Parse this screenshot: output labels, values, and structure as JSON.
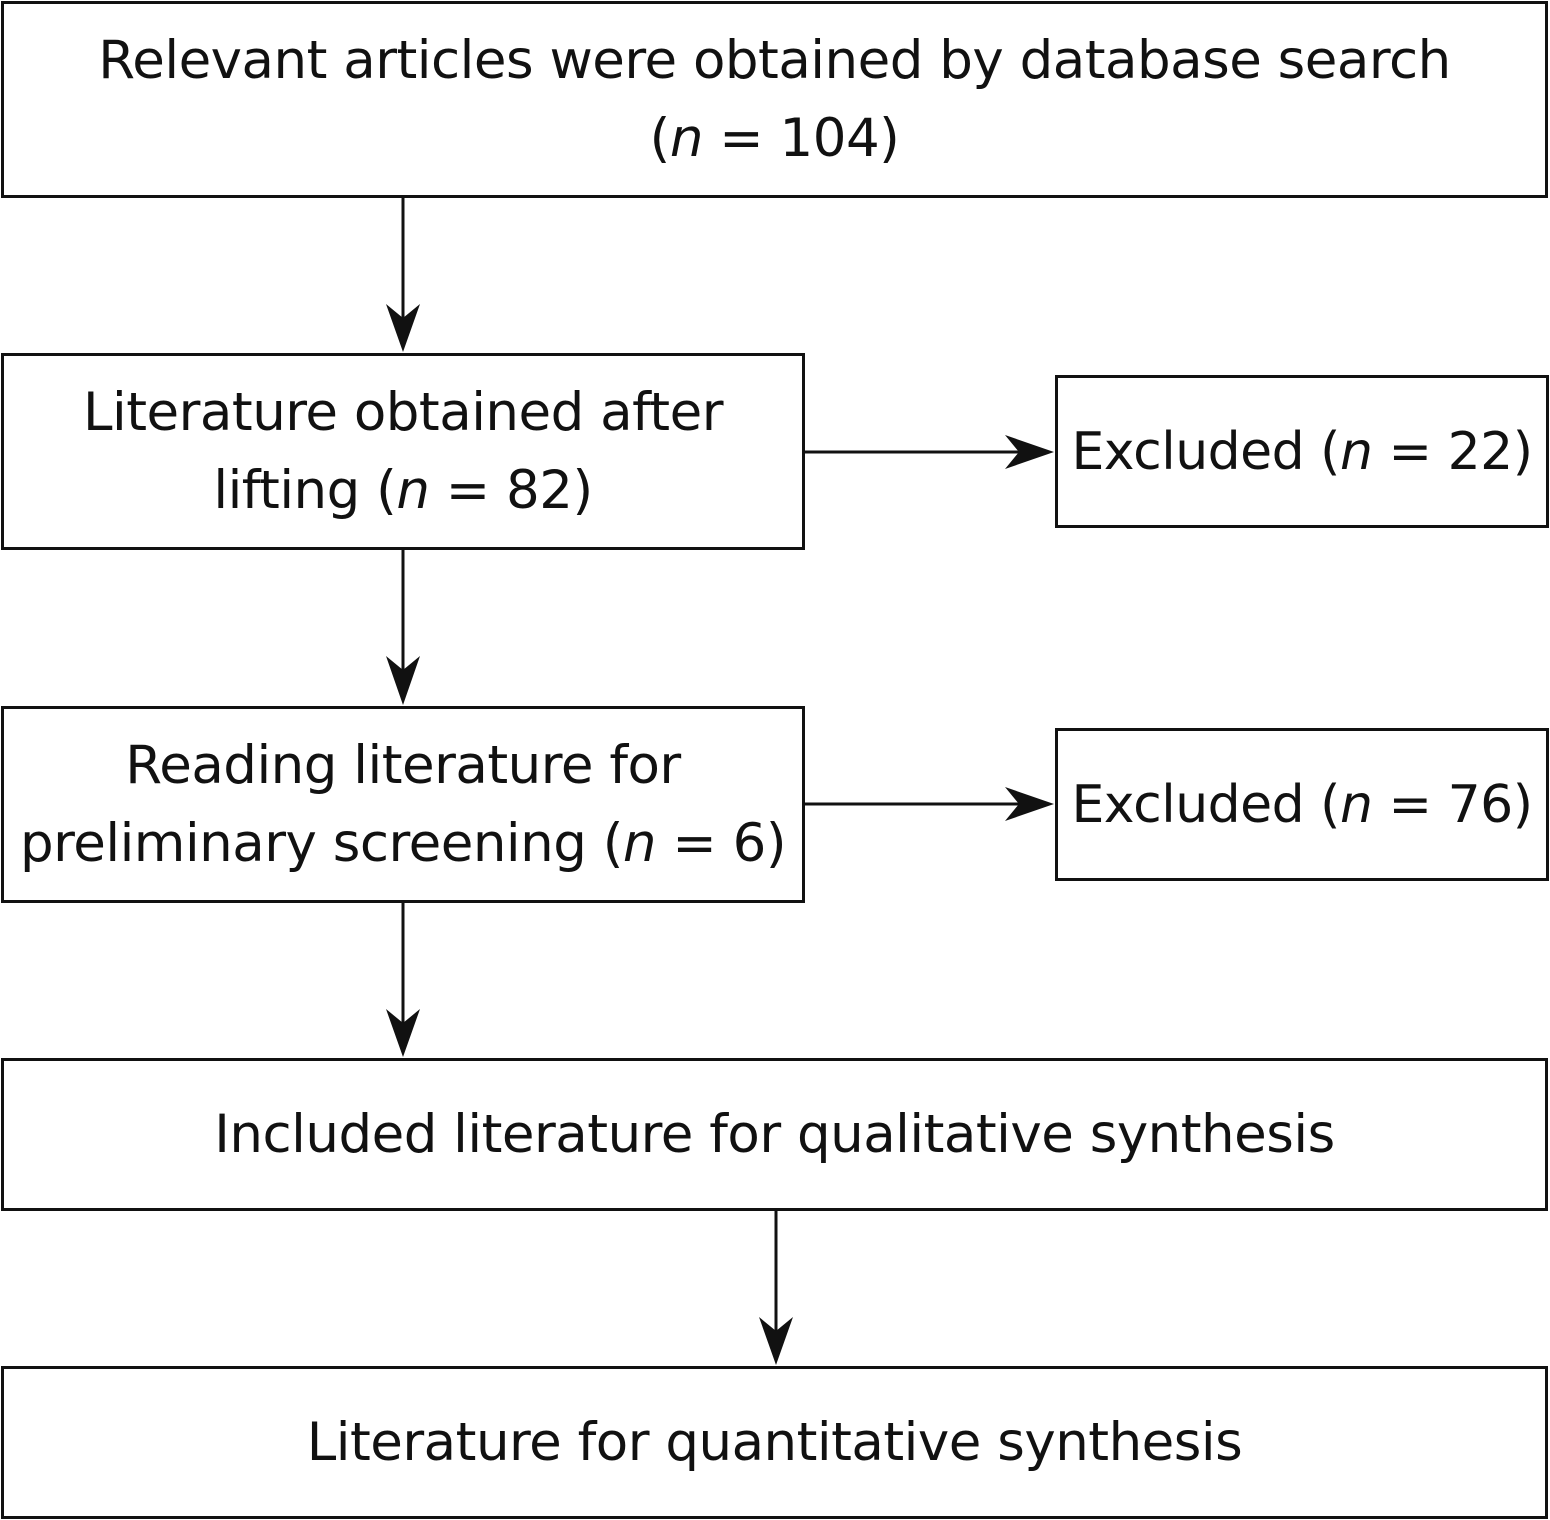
{
  "nodes": {
    "search": {
      "line1": "Relevant articles were obtained by database search",
      "line2_prefix": "(",
      "n_symbol": "n",
      "line2_suffix": " = 104)"
    },
    "lifting": {
      "line1": "Literature obtained after",
      "line2_prefix": "lifting (",
      "n_symbol": "n",
      "line2_suffix": " = 82)"
    },
    "excluded_1": {
      "prefix": "Excluded (",
      "n_symbol": "n",
      "suffix": " = 22)"
    },
    "screening": {
      "line1": "Reading literature for",
      "line2_prefix": "preliminary screening (",
      "n_symbol": "n",
      "line2_suffix": " = 6)"
    },
    "excluded_2": {
      "prefix": "Excluded (",
      "n_symbol": "n",
      "suffix": " = 76)"
    },
    "qualitative": {
      "label": "Included literature for qualitative synthesis"
    },
    "quantitative": {
      "label": "Literature for quantitative synthesis"
    }
  },
  "edges": [
    {
      "from": "search",
      "to": "lifting"
    },
    {
      "from": "lifting",
      "to": "excluded_1"
    },
    {
      "from": "lifting",
      "to": "screening"
    },
    {
      "from": "screening",
      "to": "excluded_2"
    },
    {
      "from": "screening",
      "to": "qualitative"
    },
    {
      "from": "qualitative",
      "to": "quantitative"
    }
  ],
  "colors": {
    "stroke": "#111111",
    "background": "#ffffff"
  }
}
